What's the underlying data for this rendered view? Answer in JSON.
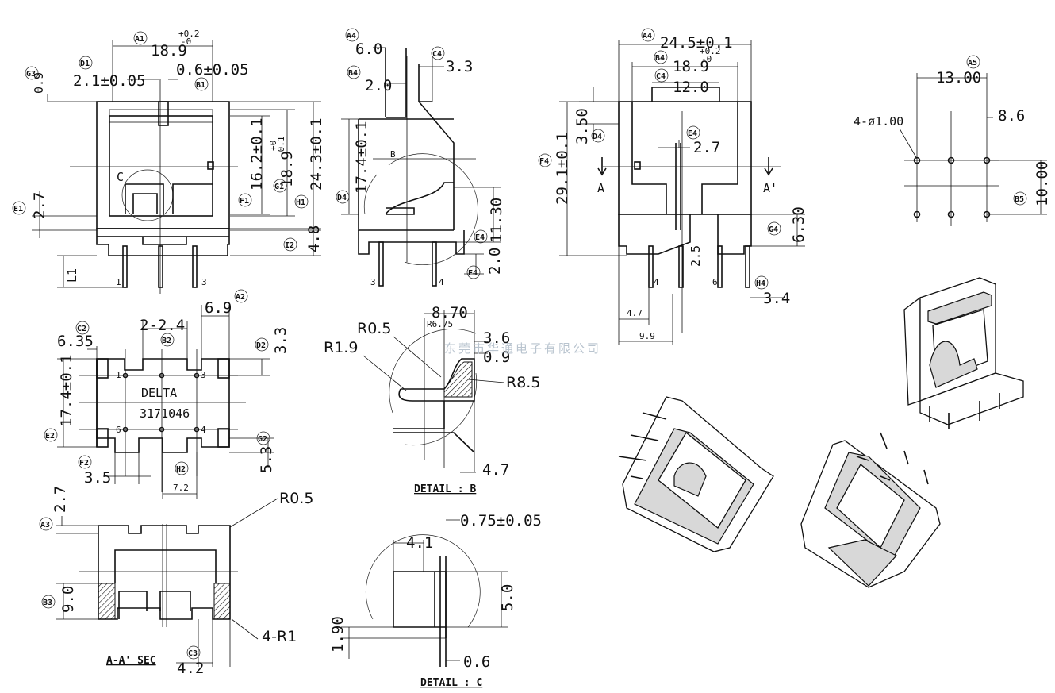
{
  "watermark": "东莞市华通电子有限公司",
  "top_view": {
    "dims": {
      "a1": "18.9",
      "a1_tol_plus": "+0.2",
      "a1_tol_minus": "-0",
      "d1": "2.1±0.05",
      "b1": "0.6±0.05",
      "g_top": "0.9",
      "f1": "16.2±0.1",
      "g1": "18.9",
      "g1_tol_plus": "+0",
      "g1_tol_minus": "-0.1",
      "h1": "24.3±0.1",
      "e1": "2.7",
      "i2": "4.8",
      "l1": "L1"
    },
    "labels": {
      "c": "C"
    },
    "pins": [
      "1",
      "3"
    ],
    "tags": [
      "A1",
      "D1",
      "B1",
      "G3",
      "F1",
      "G1",
      "H1",
      "E1",
      "I2"
    ]
  },
  "side_view": {
    "dims": {
      "a4": "6.0",
      "c4": "3.3",
      "b4": "2.0",
      "d4": "17.4±0.1",
      "e4": "11.30",
      "f4": "2.0"
    },
    "labels": {
      "b": "B"
    },
    "pins": [
      "3",
      "4"
    ],
    "tags": [
      "A4",
      "C4",
      "B4",
      "D4",
      "E4",
      "F4"
    ]
  },
  "front_view": {
    "dims": {
      "a4": "24.5±0.1",
      "b4": "18.9",
      "b4_tol_plus": "+0.2",
      "b4_tol_minus": "-0",
      "c4": "12.0",
      "d4": "3.50",
      "e4": "2.7",
      "f4": "29.1±0.1",
      "g4": "6.30",
      "h4": "3.4",
      "x1": "2.5",
      "x2": "4.7",
      "x3": "9.9"
    },
    "labels": {
      "a": "A",
      "a_prime": "A'"
    },
    "pins": [
      "4",
      "6"
    ],
    "tags": [
      "A4",
      "B4",
      "C4",
      "D4",
      "E4",
      "F4",
      "G4",
      "H4"
    ]
  },
  "pcb_layout": {
    "dims": {
      "a5": "13.00",
      "b5": "10.00",
      "pitch": "8.6",
      "holes": "4-ø1.00"
    },
    "tags": [
      "A5",
      "B5"
    ]
  },
  "bottom_view": {
    "dims": {
      "d2": "3.3",
      "c2": "6.35",
      "b2": "2-2.4",
      "a2": "6.9",
      "e2": "17.4±0.1",
      "f2": "3.5",
      "h2": "7.2",
      "g2": "5.3"
    },
    "text": {
      "line1": "DELTA",
      "line2": "3171046"
    },
    "pins": [
      "1",
      "3",
      "6",
      "4"
    ],
    "tags": [
      "A2",
      "B2",
      "C2",
      "D2",
      "E2",
      "F2",
      "G2",
      "H2"
    ]
  },
  "detail_b": {
    "title": "DETAIL : B",
    "dims": {
      "d1": "8.70",
      "r1": "R6.75",
      "d2": "3.6",
      "d3": "0.9",
      "r2": "R0.5",
      "r3": "R1.9",
      "r4": "R8.5",
      "d4": "4.7"
    }
  },
  "section_aa": {
    "title": "A-A' SEC",
    "dims": {
      "a3": "2.7",
      "r": "R0.5",
      "b3": "9.0",
      "c3": "4.2",
      "r1": "4-R1"
    },
    "tags": [
      "A3",
      "B3",
      "C3"
    ]
  },
  "detail_c": {
    "title": "DETAIL : C",
    "dims": {
      "w": "0.75±0.05",
      "d1": "4.1",
      "h": "5.0",
      "d2": "1.90",
      "d3": "0.6"
    }
  },
  "colors": {
    "line": "#111111",
    "hatch": "#111111",
    "watermark": "#b9c4cf",
    "background": "#ffffff"
  }
}
